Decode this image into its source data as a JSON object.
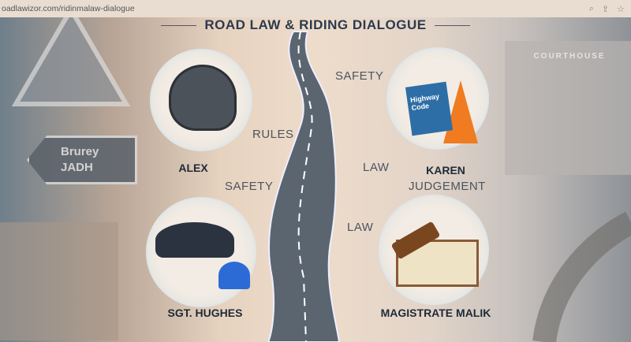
{
  "browser": {
    "url": "oadlawizor.com/ridinmalaw-dialogue",
    "icons": [
      "zoom-icon",
      "share-icon",
      "star-icon"
    ]
  },
  "title": "ROAD LAW & RIDING DIALOGUE",
  "keywords": [
    "SAFETY",
    "RULES",
    "LAW",
    "SAFETY",
    "JUDGEMENT",
    "LAW"
  ],
  "characters": {
    "alex": "ALEX",
    "karen": "KAREN",
    "hughes": "SGT. HUGHES",
    "malik": "MAGISTRATE MALIK"
  },
  "sign": {
    "line1": "Brurey",
    "line2": "JADH"
  },
  "book": {
    "text": "Highway Code"
  },
  "courthouse": "COURTHOUSE"
}
